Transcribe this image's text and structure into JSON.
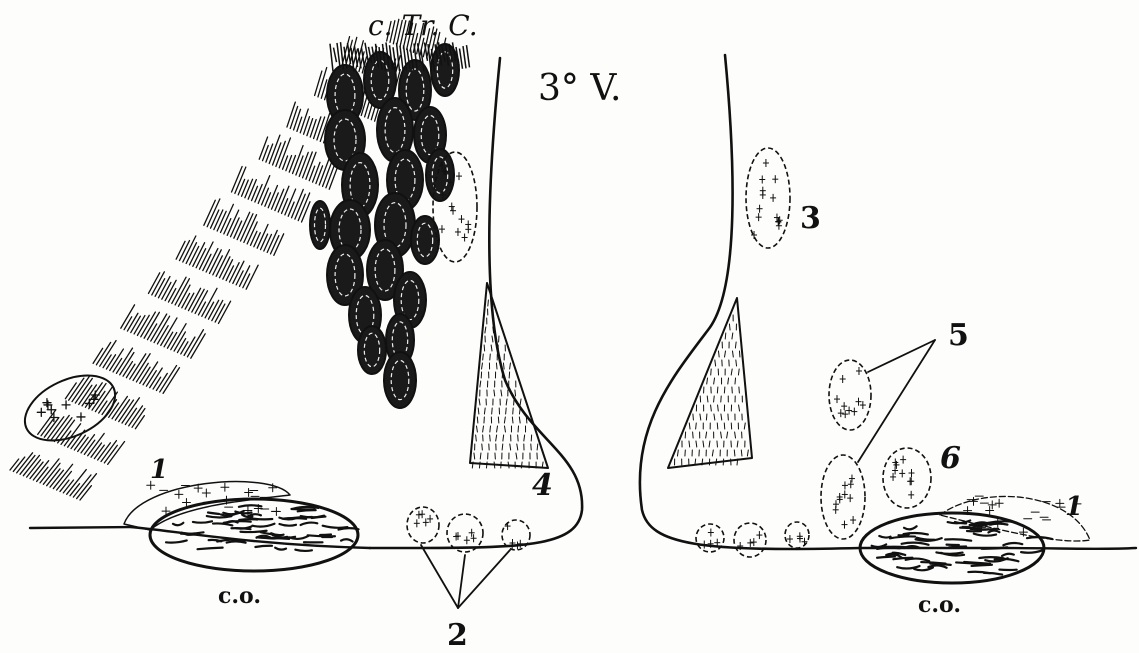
{
  "figure": {
    "labels": {
      "ctrc": "c. Tr. C.",
      "third_ventricle": "3° V.",
      "co_left": "c.o.",
      "co_right": "c.o.",
      "n1_left": "1",
      "n1_right": "1",
      "n2": "2",
      "n3": "3",
      "n4": "4",
      "n5": "5",
      "n6": "6"
    }
  }
}
